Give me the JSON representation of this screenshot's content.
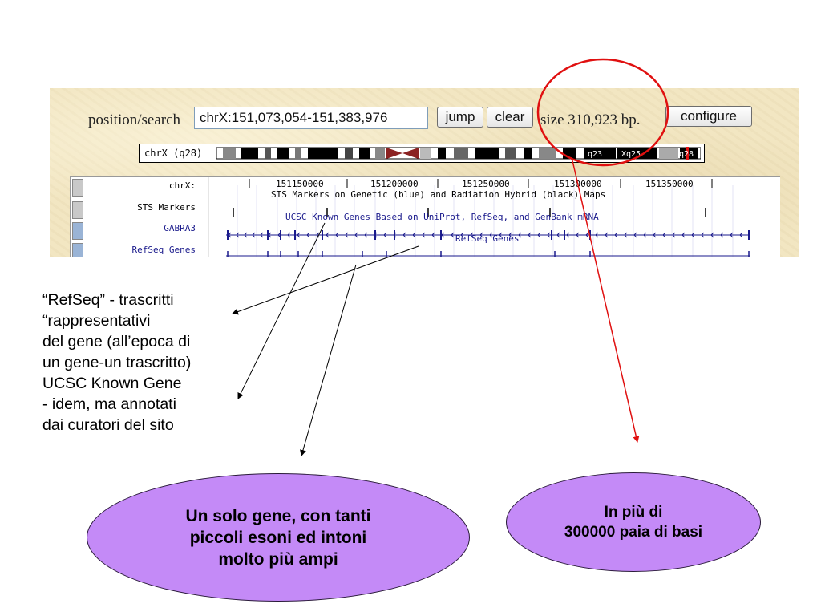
{
  "browser": {
    "position_label": "position/search",
    "position_value": "chrX:151,073,054-151,383,976",
    "jump_label": "jump",
    "clear_label": "clear",
    "size_text": "size 310,923 bp.",
    "configure_label": "configure",
    "ideogram": {
      "label": "chrX (q28)",
      "band_labels": [
        "q23",
        "Xq25",
        "q28"
      ]
    },
    "ruler": {
      "label": "chrX:",
      "ticks": [
        "151150000",
        "151200000",
        "151250000",
        "151300000",
        "151350000"
      ]
    },
    "tracks": [
      {
        "label": "STS Markers",
        "title": "STS Markers on Genetic (blue) and Radiation Hybrid (black) Maps"
      },
      {
        "label": "GABRA3",
        "title": "UCSC Known Genes Based on UniProt, RefSeq, and GenBank mRNA"
      },
      {
        "label": "RefSeq Genes",
        "title": "RefSeq Genes"
      }
    ]
  },
  "annotation": {
    "lines": [
      "“RefSeq” - trascritti",
      "“rappresentativi",
      "del gene (all’epoca di",
      "un gene-un trascritto)",
      "UCSC Known Gene",
      "- idem, ma annotati",
      "dai curatori del sito"
    ]
  },
  "bubbles": {
    "gene": [
      "Un solo gene, con tanti",
      "piccoli esoni ed intoni",
      "molto più ampi"
    ],
    "size": [
      "In più di",
      "300000 paia di basi"
    ]
  },
  "colors": {
    "bubble_fill": "#c48af7",
    "highlight_red": "#e01010",
    "track_blue": "#1a1a8c",
    "panel_bg": "#f2e6c2"
  }
}
